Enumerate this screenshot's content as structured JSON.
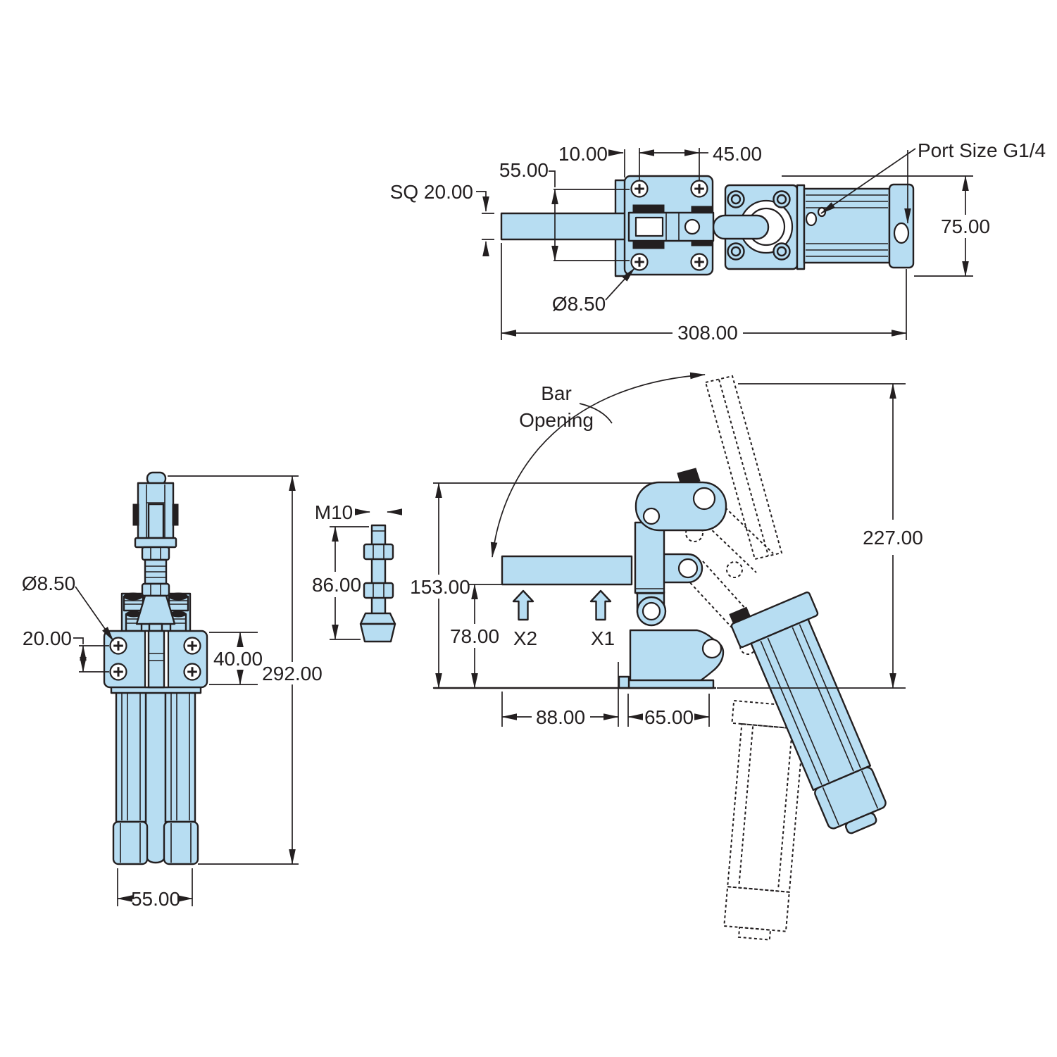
{
  "drawing": {
    "units": "mm",
    "colors": {
      "part_fill": "#b7ddf2",
      "line": "#231f20",
      "background": "#ffffff"
    },
    "top_view": {
      "dims": {
        "offset_10": "10.00",
        "holes_h_45": "45.00",
        "holes_v_55": "55.00",
        "bar_sq_20": "SQ 20.00",
        "hole_dia_850": "Ø8.50",
        "overall_308": "308.00",
        "height_75": "75.00",
        "port_label": "Port Size G1/4"
      }
    },
    "front_view": {
      "dims": {
        "hole_dia_850": "Ø8.50",
        "holes_v_20": "20.00",
        "plate_40": "40.00",
        "overall_292": "292.00",
        "width_55": "55.00"
      }
    },
    "spindle_detail": {
      "dims": {
        "thread_m10": "M10",
        "length_86": "86.00"
      }
    },
    "side_view": {
      "labels": {
        "bar_opening_line1": "Bar",
        "bar_opening_line2": "Opening",
        "x1": "X1",
        "x2": "X2"
      },
      "dims": {
        "height_153": "153.00",
        "clearance_78": "78.00",
        "open_227": "227.00",
        "reach_88": "88.00",
        "base_65": "65.00"
      }
    }
  }
}
